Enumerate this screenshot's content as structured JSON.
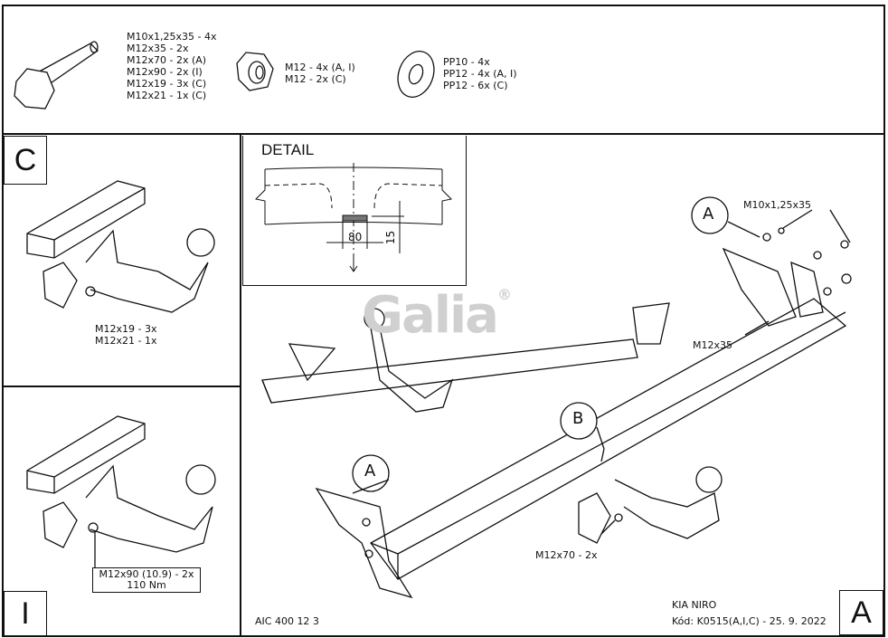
{
  "parts": {
    "bolts": [
      "M10x1,25x35 - 4x",
      "M12x35 - 2x",
      "M12x70 - 2x (A)",
      "M12x90 - 2x (I)",
      "M12x19 - 3x (C)",
      "M12x21 - 1x (C)"
    ],
    "nuts": [
      "M12 - 4x (A, I)",
      "M12 - 2x (C)"
    ],
    "washers": [
      "PP10 - 4x",
      "PP12 - 4x (A, I)",
      "PP12 - 6x (C)"
    ]
  },
  "panel_c": {
    "letter": "C",
    "labels": [
      "M12x19 - 3x",
      "M12x21 - 1x"
    ]
  },
  "panel_i": {
    "letter": "I",
    "torque": [
      "M12x90 (10.9) - 2x",
      "110 Nm"
    ]
  },
  "detail": {
    "title": "DETAIL",
    "dim_width": "80",
    "dim_height": "15"
  },
  "main": {
    "callout_a1": "A",
    "callout_a2": "A",
    "callout_b": "B",
    "label_m10": "M10x1,25x35",
    "label_m12x35": "M12x35",
    "label_m12x70": "M12x70 - 2x",
    "logo": "Galia"
  },
  "footer": {
    "code": "AIC 400 12 3",
    "vehicle": "KIA NIRO",
    "kod": "Kód: K0515(A,I,C) - 25. 9. 2022",
    "variant": "A"
  }
}
